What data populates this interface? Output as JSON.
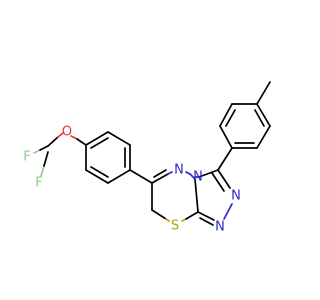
{
  "molecule": {
    "atoms": {
      "f_top": {
        "symbol": "F",
        "color": "#8fd08a"
      },
      "f_bottom": {
        "symbol": "F",
        "color": "#8fd08a"
      },
      "o_ether": {
        "symbol": "O",
        "color": "#e8382f"
      },
      "n_ring_left": {
        "symbol": "N",
        "color": "#2a2acc"
      },
      "n_bridge": {
        "symbol": "N",
        "color": "#2a2acc"
      },
      "n_triazole_top": {
        "symbol": "N",
        "color": "#2a2acc"
      },
      "n_triazole_bottom": {
        "symbol": "N",
        "color": "#2a2acc"
      },
      "s_ring": {
        "symbol": "S",
        "color": "#b8a000"
      }
    }
  }
}
